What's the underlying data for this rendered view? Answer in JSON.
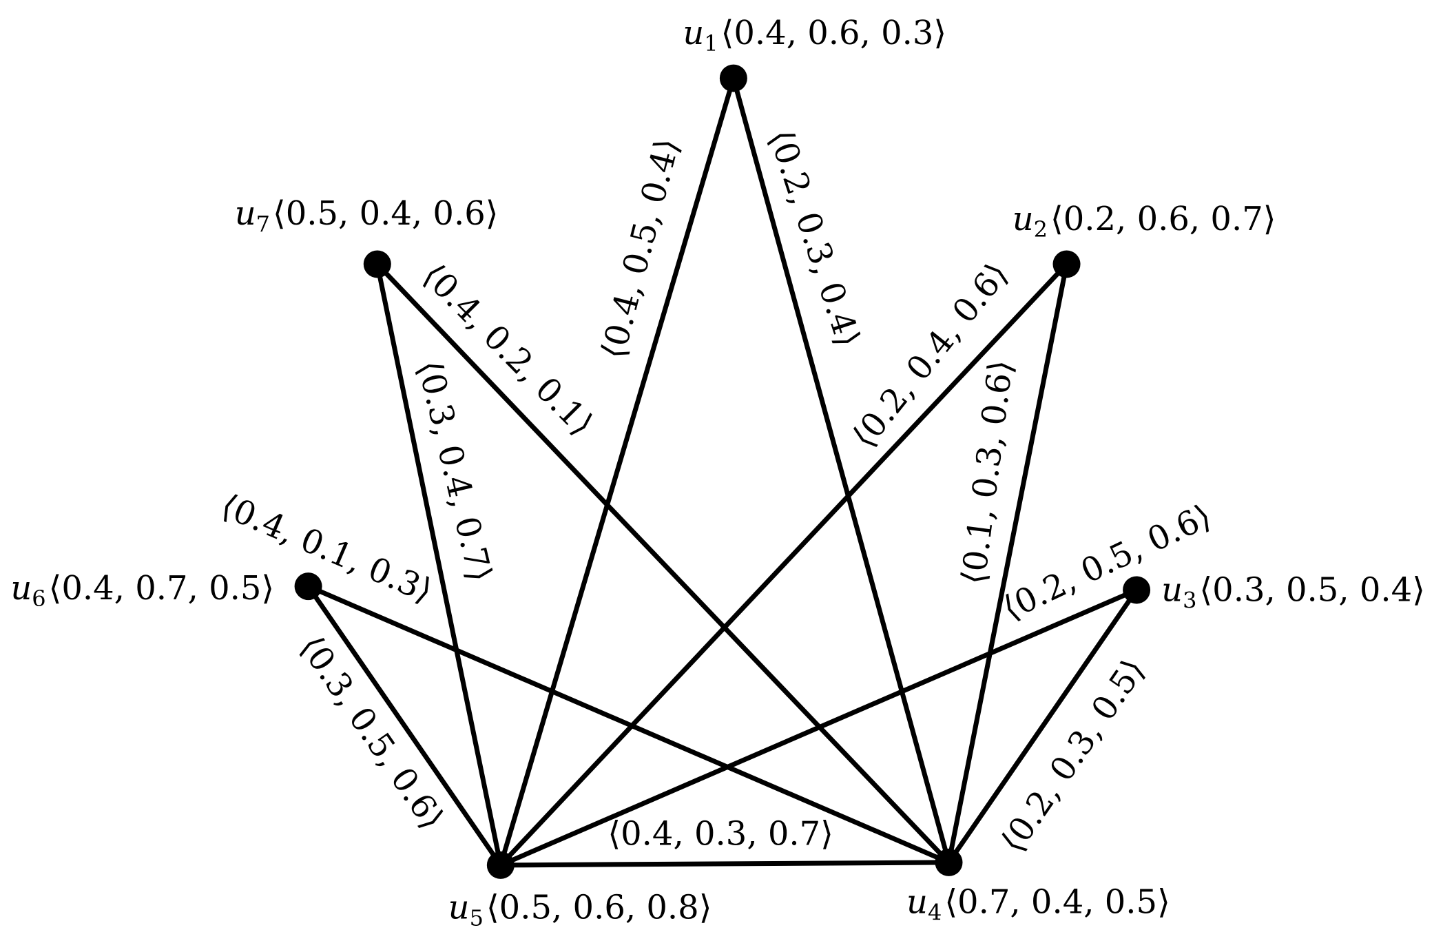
{
  "colors": {
    "background": "#ffffff",
    "edge": "#000000",
    "vertex": "#000000"
  },
  "vertices": [
    {
      "id": "u1",
      "symbol": "u",
      "subscript": "1",
      "value": "⟨0.4, 0.6, 0.3⟩"
    },
    {
      "id": "u2",
      "symbol": "u",
      "subscript": "2",
      "value": "⟨0.2, 0.6, 0.7⟩"
    },
    {
      "id": "u3",
      "symbol": "u",
      "subscript": "3",
      "value": "⟨0.3, 0.5, 0.4⟩"
    },
    {
      "id": "u4",
      "symbol": "u",
      "subscript": "4",
      "value": "⟨0.7, 0.4, 0.5⟩"
    },
    {
      "id": "u5",
      "symbol": "u",
      "subscript": "5",
      "value": "⟨0.5, 0.6, 0.8⟩"
    },
    {
      "id": "u6",
      "symbol": "u",
      "subscript": "6",
      "value": "⟨0.4, 0.7, 0.5⟩"
    },
    {
      "id": "u7",
      "symbol": "u",
      "subscript": "7",
      "value": "⟨0.5, 0.4, 0.6⟩"
    }
  ],
  "edges": [
    {
      "from": "u1",
      "to": "u5",
      "label": "⟨0.4, 0.5, 0.4⟩"
    },
    {
      "from": "u1",
      "to": "u4",
      "label": "⟨0.2, 0.3, 0.4⟩"
    },
    {
      "from": "u2",
      "to": "u5",
      "label": "⟨0.2, 0.4, 0.6⟩"
    },
    {
      "from": "u2",
      "to": "u4",
      "label": "⟨0.1, 0.3, 0.6⟩"
    },
    {
      "from": "u3",
      "to": "u5",
      "label": "⟨0.2, 0.5, 0.6⟩"
    },
    {
      "from": "u3",
      "to": "u4",
      "label": "⟨0.2, 0.3, 0.5⟩"
    },
    {
      "from": "u4",
      "to": "u5",
      "label": "⟨0.4, 0.3, 0.7⟩"
    },
    {
      "from": "u6",
      "to": "u5",
      "label": "⟨0.3, 0.5, 0.6⟩"
    },
    {
      "from": "u6",
      "to": "u4",
      "label": "⟨0.4, 0.1, 0.3⟩"
    },
    {
      "from": "u7",
      "to": "u5",
      "label": "⟨0.3, 0.4, 0.7⟩"
    },
    {
      "from": "u7",
      "to": "u4",
      "label": "⟨0.4, 0.2, 0.1⟩"
    }
  ]
}
